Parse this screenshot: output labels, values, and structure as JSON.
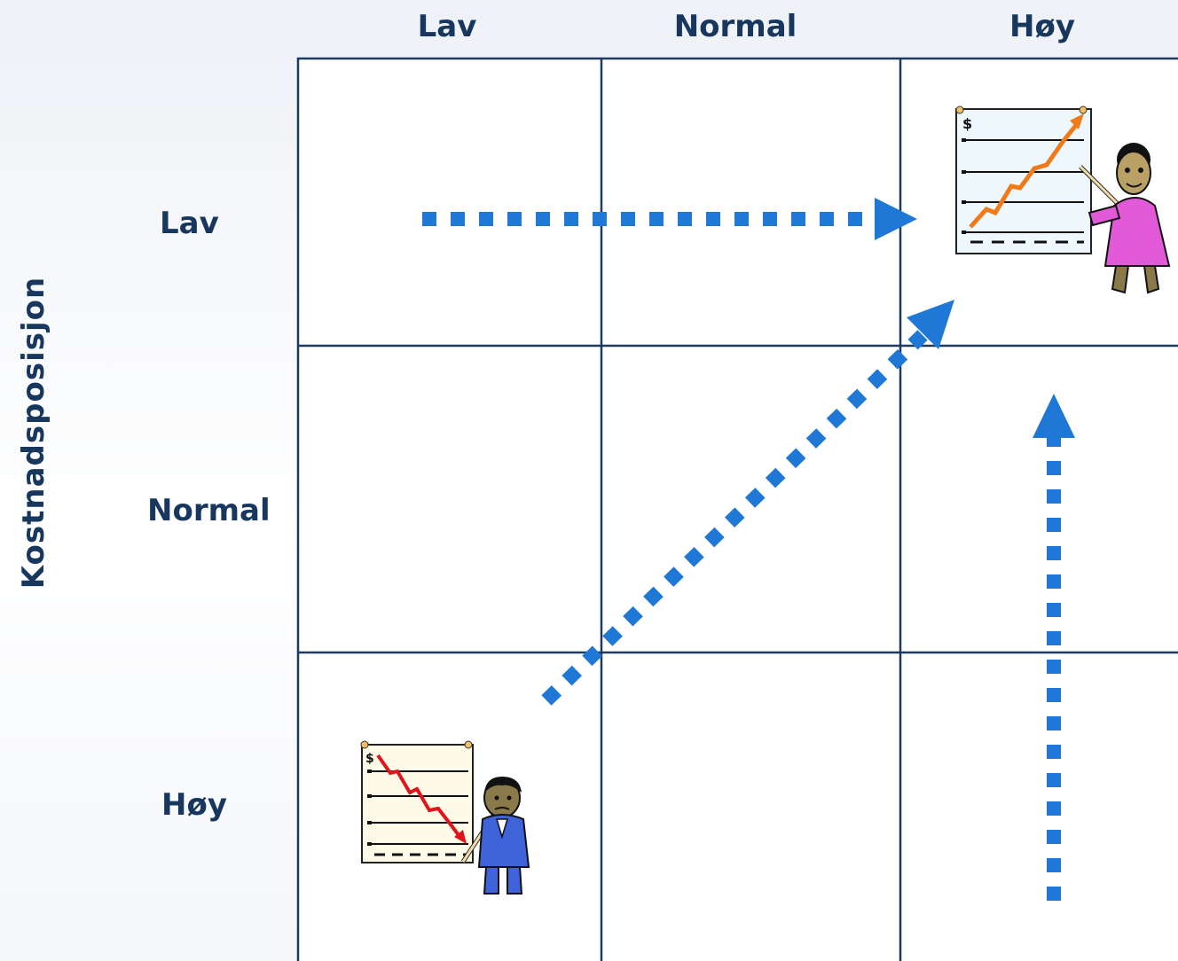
{
  "columns": [
    "Lav",
    "Normal",
    "Høy"
  ],
  "rows": [
    "Lav",
    "Normal",
    "Høy"
  ],
  "row_axis_title": "Kostnadsposisjon",
  "colors": {
    "text": "#17375e",
    "grid_line": "#1f3a60",
    "arrow": "#1f78d6",
    "winner_suit": "#e35ad8",
    "loser_suit": "#3f63d8",
    "rising_line": "#f07a1a",
    "falling_line": "#e0141a"
  },
  "icons": {
    "top_right": "presenter-rising-chart-icon",
    "bottom_left": "presenter-falling-chart-icon"
  },
  "chart_symbol": "$"
}
